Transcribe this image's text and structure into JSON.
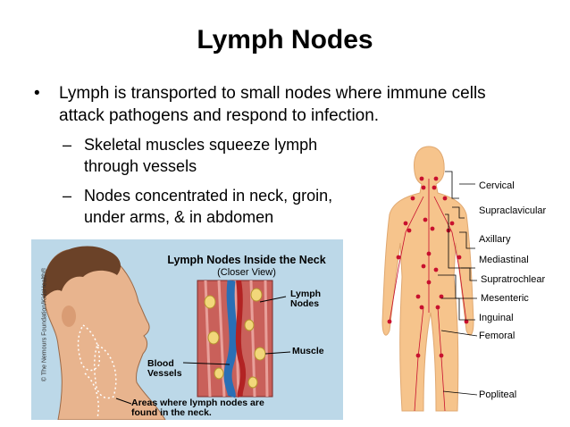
{
  "slide": {
    "title": "Lymph Nodes",
    "bullet_main": "Lymph is transported to small nodes where immune cells attack pathogens and respond to infection.",
    "sub_bullets": [
      "Skeletal muscles squeeze lymph through vessels",
      "Nodes concentrated in neck, groin, under arms, & in abdomen"
    ],
    "bullet_marker": "•",
    "sub_marker": "–"
  },
  "neck_illustration": {
    "title": "Lymph Nodes Inside the Neck",
    "subtitle": "(Closer View)",
    "copyright": "© The Nemours Foundation/KidsHealth®",
    "labels": {
      "lymph_nodes": "Lymph Nodes",
      "muscle": "Muscle",
      "blood_vessels": "Blood Vessels",
      "areas": "Areas where lymph nodes are found in the neck."
    }
  },
  "body_figure": {
    "labels": [
      "Cervical",
      "Supraclavicular",
      "Axillary",
      "Mediastinal",
      "Supratrochlear",
      "Mesenteric",
      "Inguinal",
      "Femoral",
      "Popliteal"
    ]
  }
}
